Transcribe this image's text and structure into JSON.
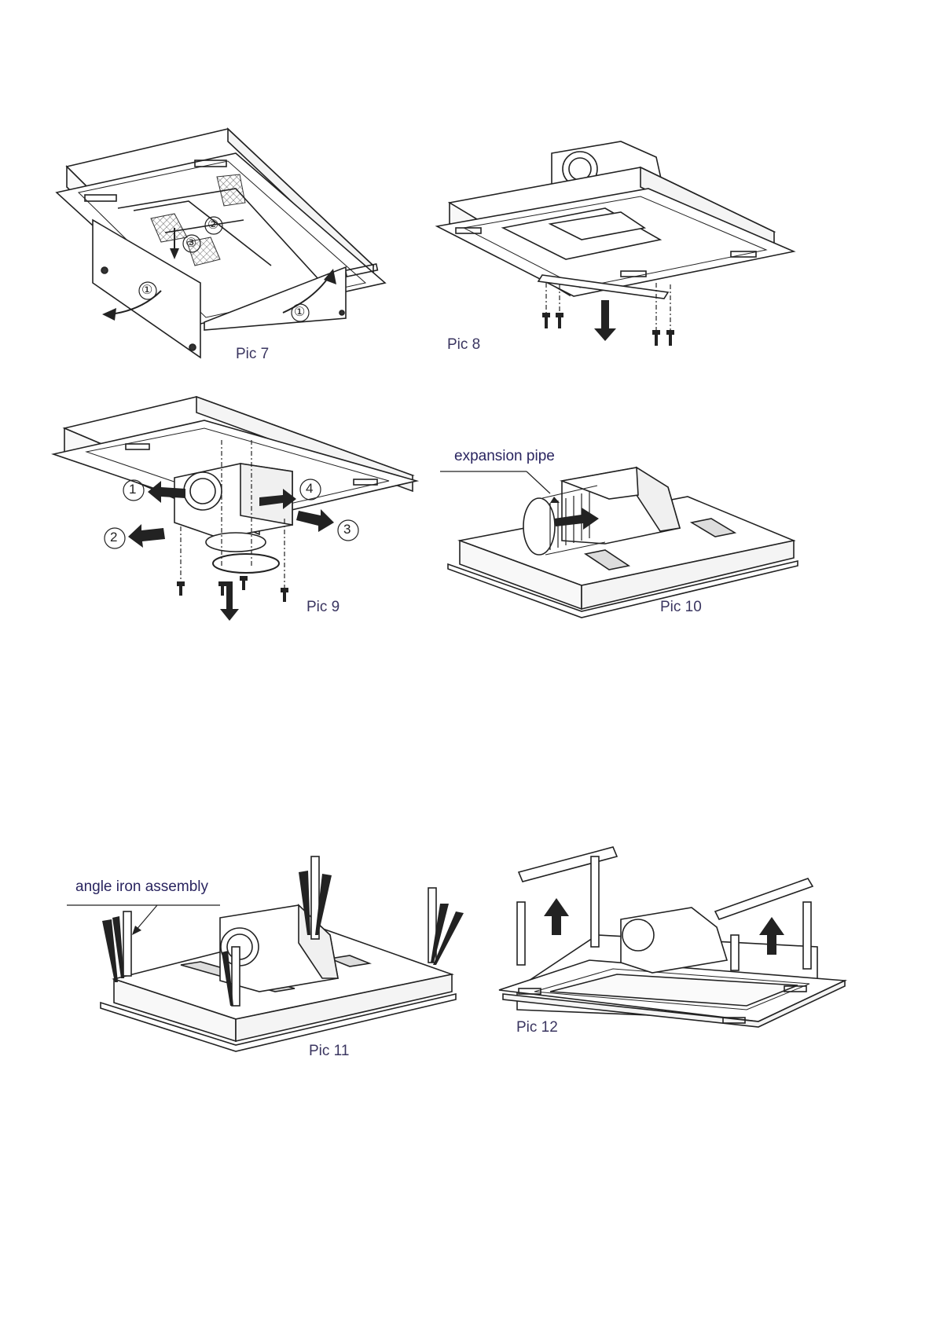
{
  "figures": [
    {
      "caption": "Pic 7"
    },
    {
      "caption": "Pic 8"
    },
    {
      "caption": "Pic 9"
    },
    {
      "caption": "Pic 10",
      "annotation": "expansion pipe"
    },
    {
      "caption": "Pic 11",
      "annotation": "angle iron assembly"
    },
    {
      "caption": "Pic 12"
    }
  ],
  "step_markers": {
    "pic7": [
      "①",
      "①",
      "②",
      "③"
    ],
    "pic9": [
      "1",
      "2",
      "3",
      "4"
    ]
  },
  "colors": {
    "ink": "#222222",
    "caption": "#3a3560",
    "mesh": "#444444"
  }
}
